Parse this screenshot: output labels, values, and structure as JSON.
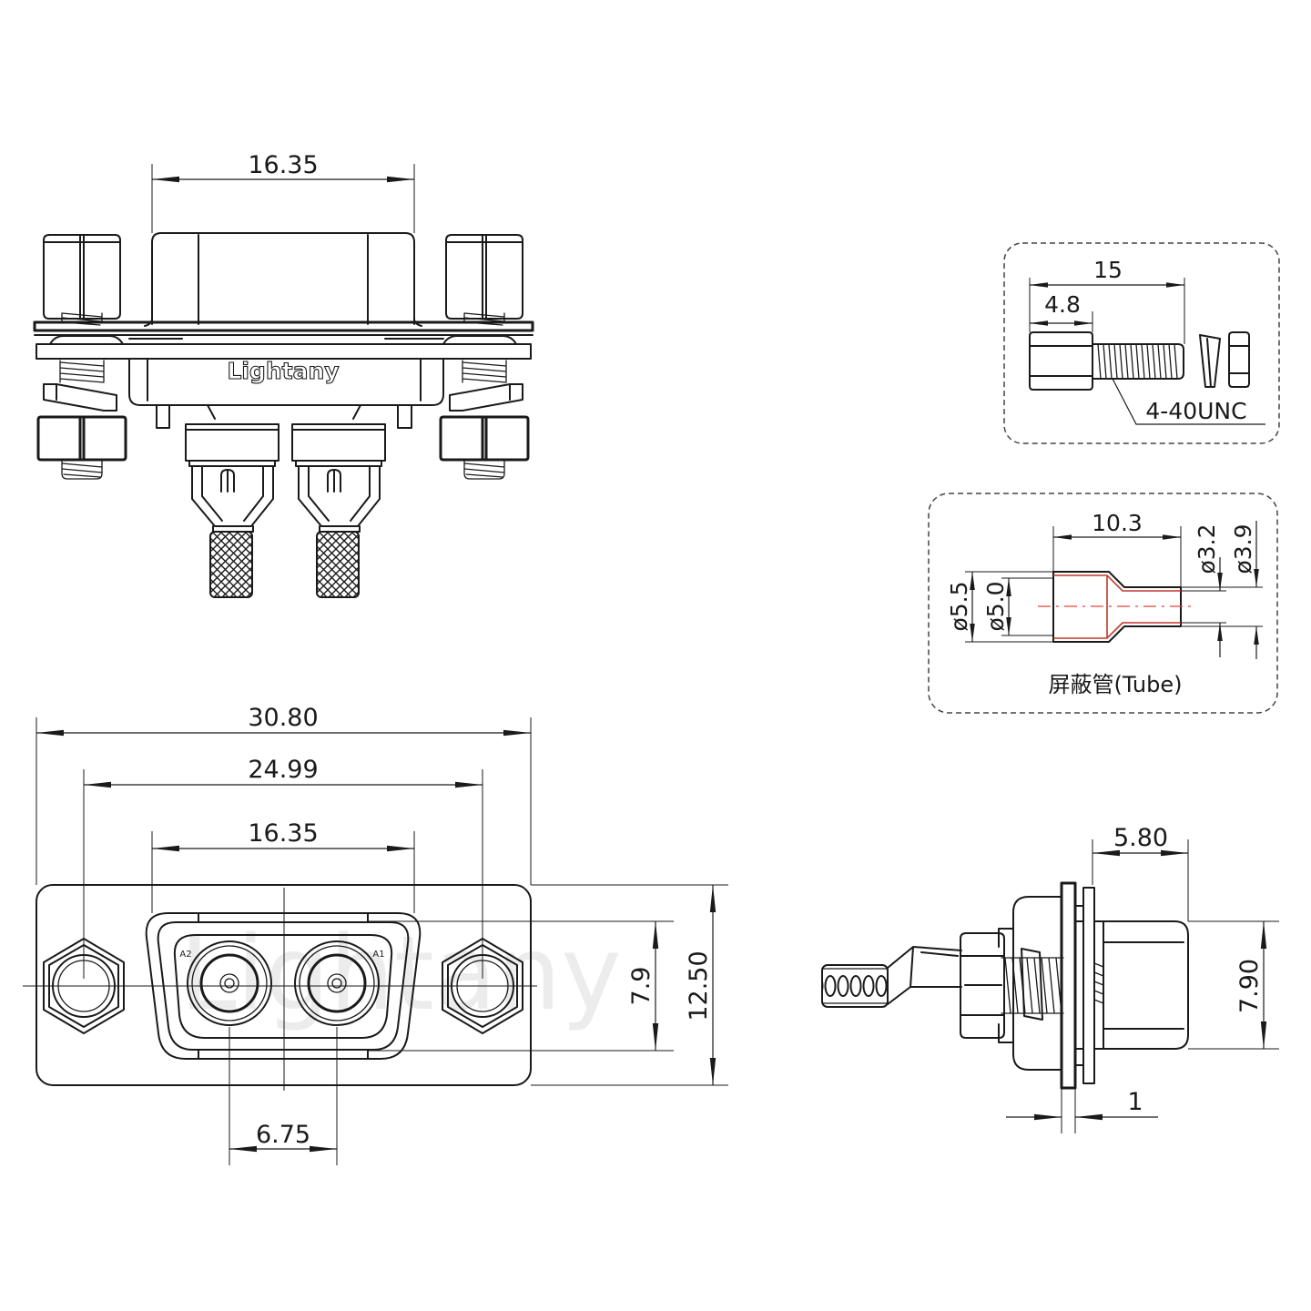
{
  "top_view": {
    "dim_shell_width": "16.35",
    "brand_logo": "Lightany"
  },
  "front_view": {
    "dim_flange_width": "30.80",
    "dim_mount_hole_spacing": "24.99",
    "dim_shell_width": "16.35",
    "dim_shell_height": "7.9",
    "dim_flange_height": "12.50",
    "dim_contact_pitch": "6.75",
    "contact_labels": [
      "A2",
      "A1"
    ],
    "watermark": "Lightany"
  },
  "side_view": {
    "dim_shell_depth": "5.80",
    "dim_shell_height": "7.90",
    "dim_flange_thickness": "1"
  },
  "screw_detail": {
    "dim_total_length": "15",
    "dim_head_length": "4.8",
    "thread_spec": "4-40UNC"
  },
  "tube_detail": {
    "dim_length": "10.3",
    "dim_small_inner": "ø3.2",
    "dim_small_outer": "ø3.9",
    "dim_large_outer": "ø5.5",
    "dim_large_inner": "ø5.0",
    "caption": "屏蔽管(Tube)"
  },
  "colors": {
    "line": "#1a1a1a",
    "tube_wall": "#c0392b",
    "centerline_red": "#e0443a"
  }
}
